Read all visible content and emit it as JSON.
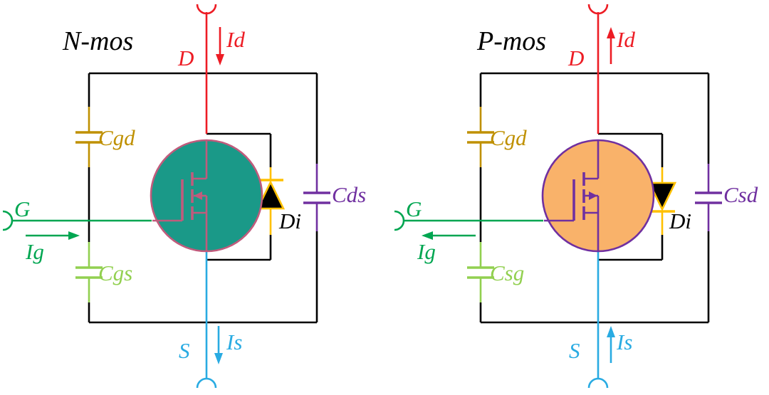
{
  "diagram": {
    "left": {
      "title": "N-mos",
      "terminals": {
        "drain": "D",
        "gate": "G",
        "source": "S"
      },
      "currents": {
        "drain": "Id",
        "gate": "Ig",
        "source": "Is"
      },
      "capacitors": {
        "gate_drain": "Cgd",
        "gate_source": "Cgs",
        "drain_source": "Cds"
      },
      "diode": "Di",
      "current_directions": {
        "drain": "down",
        "gate": "right",
        "source": "down"
      }
    },
    "right": {
      "title": "P-mos",
      "terminals": {
        "drain": "D",
        "gate": "G",
        "source": "S"
      },
      "currents": {
        "drain": "Id",
        "gate": "Ig",
        "source": "Is"
      },
      "capacitors": {
        "gate_drain": "Cgd",
        "source_gate": "Csg",
        "source_drain": "Csd"
      },
      "diode": "Di",
      "current_directions": {
        "drain": "up",
        "gate": "left",
        "source": "up"
      }
    },
    "colors": {
      "black": "#000000",
      "red": "#ed1c24",
      "green": "#00a651",
      "light_green": "#92d050",
      "dark_yellow": "#bf9000",
      "purple": "#7030a0",
      "cyan": "#29abe2",
      "diode_yellow": "#ffc000",
      "rose": "#c05b7c",
      "teal_fill": "#1a9988",
      "orange_fill": "#f9b26a"
    }
  }
}
